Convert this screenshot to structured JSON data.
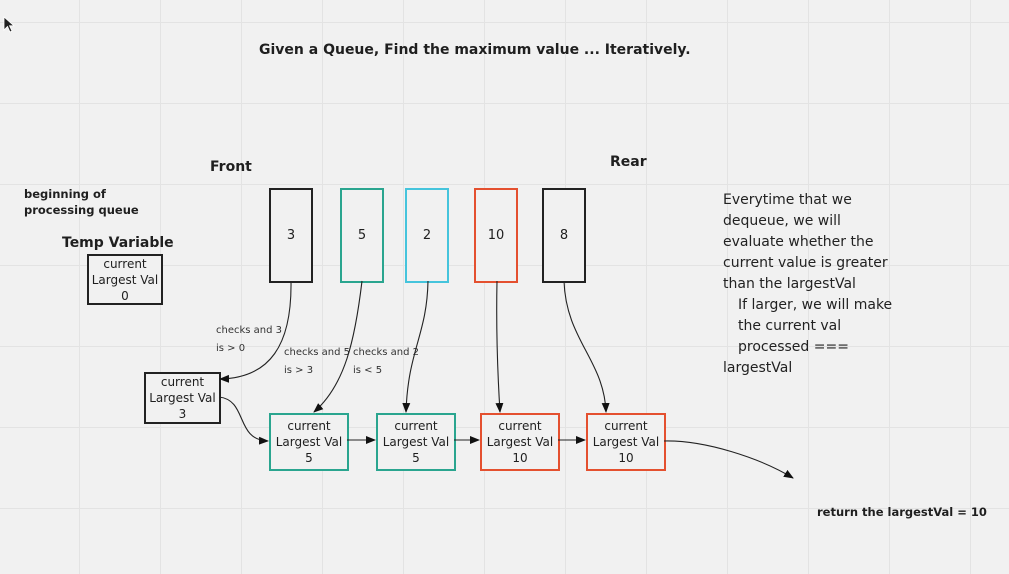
{
  "title": "Given a Queue, Find the maximum value ... Iteratively.",
  "front_label": "Front",
  "rear_label": "Rear",
  "beginning_label_line1": "beginning of",
  "beginning_label_line2": "processing queue",
  "temp_variable_label": "Temp Variable",
  "queue": [
    "3",
    "5",
    "2",
    "10",
    "8"
  ],
  "temp_box": {
    "line1": "current",
    "line2": "Largest Val",
    "value": "0"
  },
  "stage_boxes": [
    {
      "line1": "current",
      "line2": "Largest Val",
      "value": "3"
    },
    {
      "line1": "current",
      "line2": "Largest Val",
      "value": "5"
    },
    {
      "line1": "current",
      "line2": "Largest Val",
      "value": "5"
    },
    {
      "line1": "current",
      "line2": "Largest Val",
      "value": "10"
    },
    {
      "line1": "current",
      "line2": "Largest Val",
      "value": "10"
    }
  ],
  "notes": [
    {
      "line1": "checks and 3",
      "line2": "is > 0"
    },
    {
      "line1": "checks and 5",
      "line2": "is > 3"
    },
    {
      "line1": "checks and 2",
      "line2": "is < 5"
    }
  ],
  "explanation": {
    "lines": [
      "Everytime that we",
      "dequeue, we will",
      "evaluate whether the",
      "current value is greater",
      "than the largestVal"
    ],
    "indented_lines": [
      "If larger, we will make",
      "the current val",
      "processed ==="
    ],
    "last_line": "largestVal"
  },
  "return_text": "return the largestVal = 10",
  "colors": {
    "black": "#222222",
    "teal": "#2aa58f",
    "cyan": "#45c4dc",
    "red": "#e4502f"
  }
}
